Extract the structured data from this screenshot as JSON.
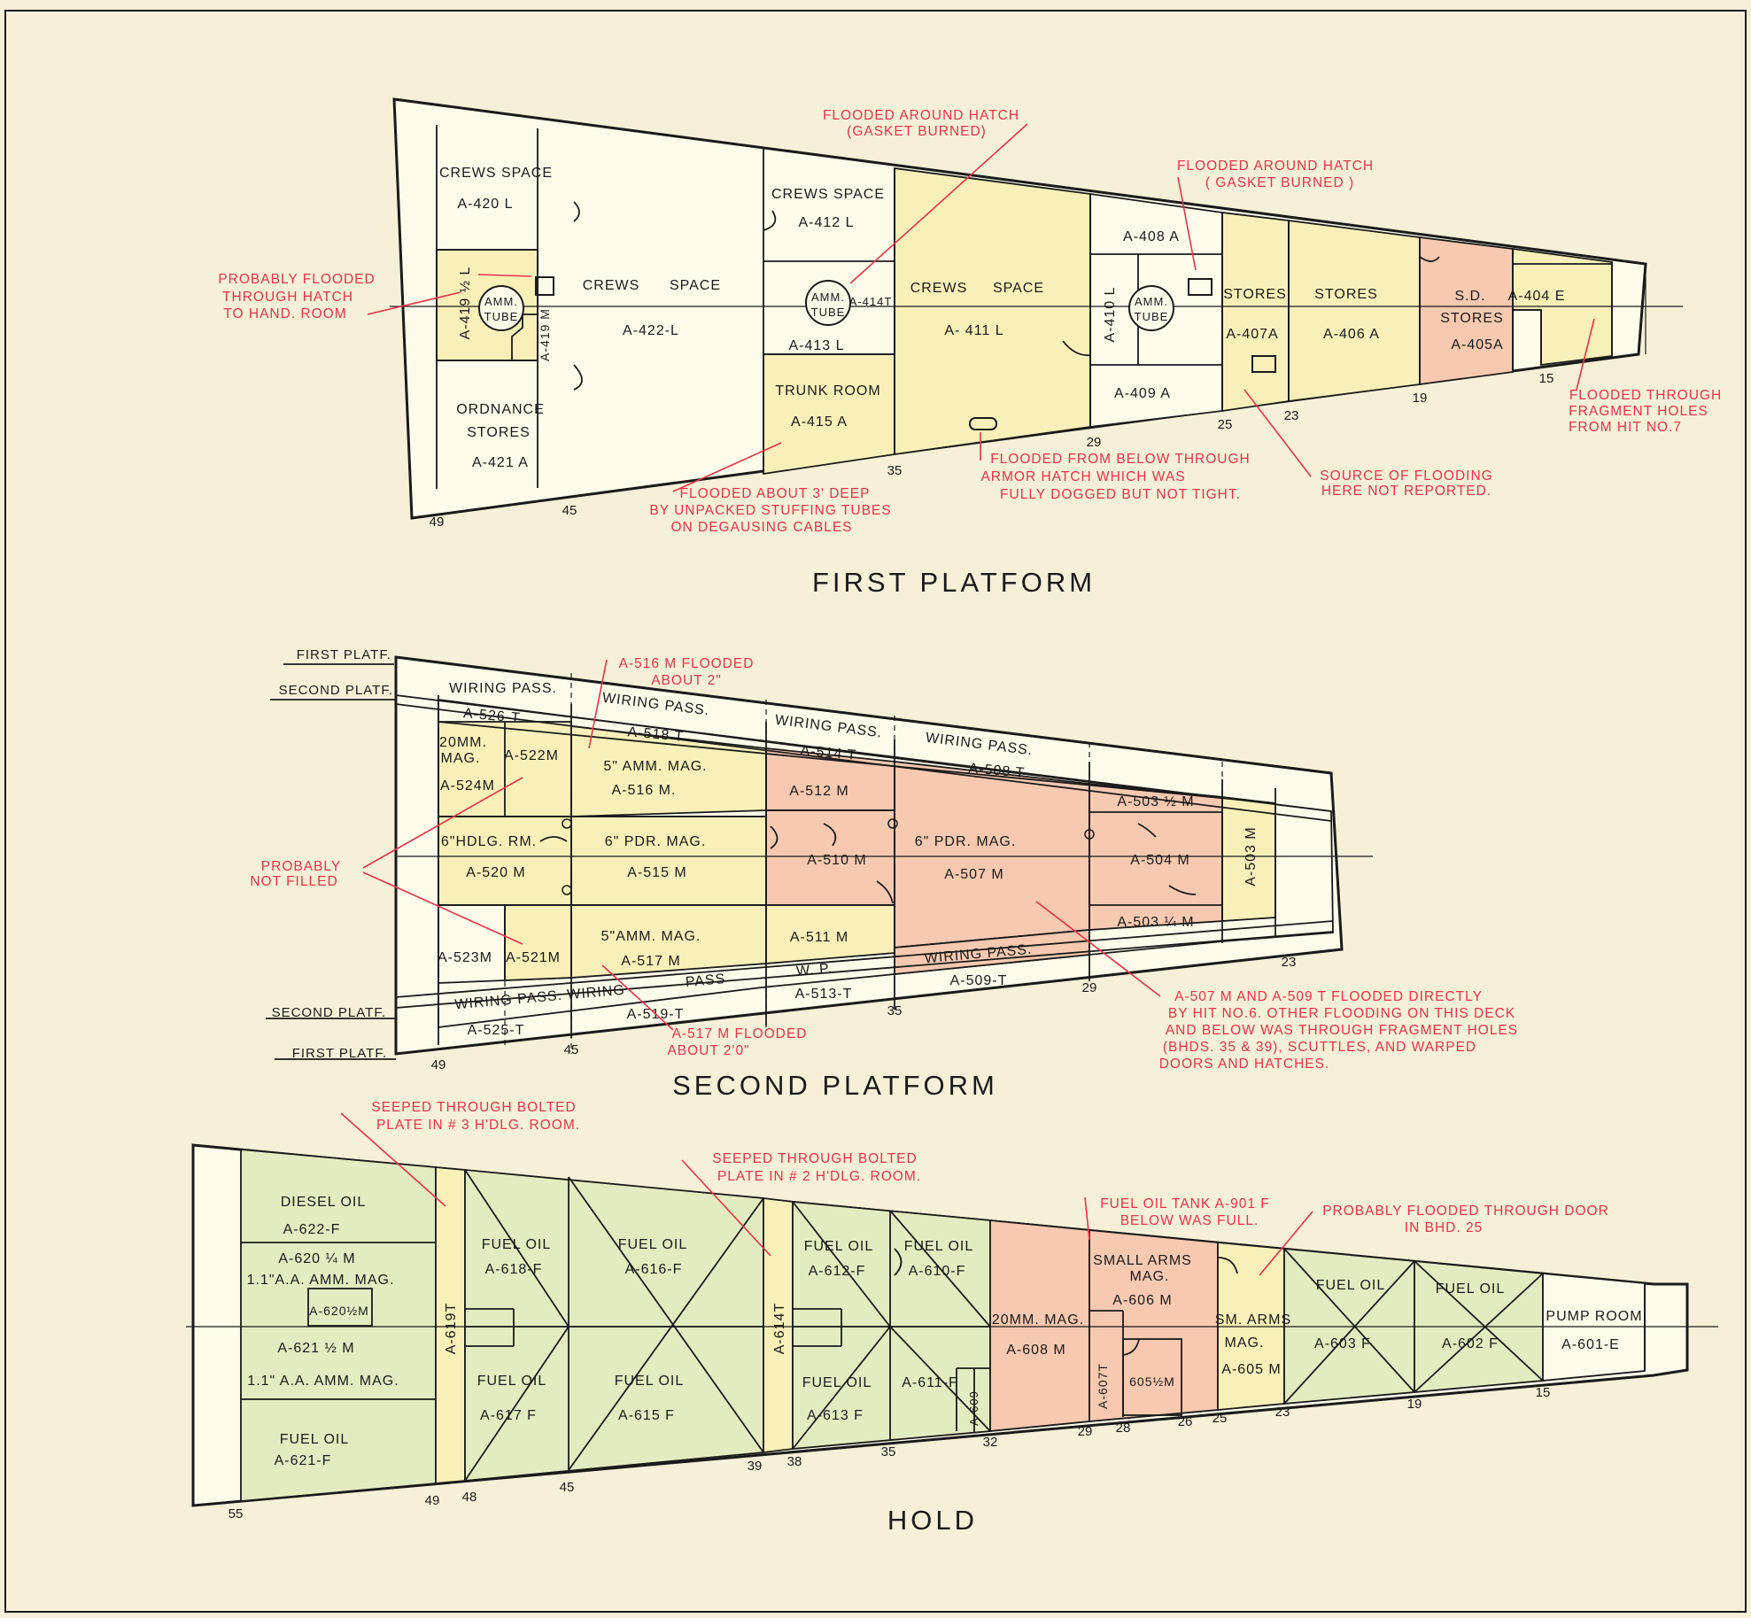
{
  "colors": {
    "paper": "#f6f0d8",
    "white": "#fdfbea",
    "yellow": "#f8f0b8",
    "red": "#f7c9b0",
    "green": "#e3ecc0",
    "ink": "#1a1a1a",
    "note": "#e8324a"
  },
  "first": {
    "title": "FIRST PLATFORM",
    "rooms": {
      "r420": [
        "CREWS SPACE",
        "A-420 L"
      ],
      "r419": "A-419 ½ L",
      "r419m": "A-419 M",
      "r421": [
        "ORDNANCE",
        "STORES",
        "A-421 A"
      ],
      "r422": [
        "CREWS",
        "SPACE",
        "A-422-L"
      ],
      "r412": [
        "CREWS SPACE",
        "A-412 L"
      ],
      "r413": "A-413 L",
      "r414": "A-414T",
      "r415": [
        "TRUNK ROOM",
        "A-415 A"
      ],
      "r411": [
        "CREWS",
        "SPACE",
        "A- 411 L"
      ],
      "r408": "A-408 A",
      "r410": "A-410 L",
      "r409": "A-409 A",
      "r407": [
        "STORES",
        "A-407A"
      ],
      "r406": [
        "STORES",
        "A-406 A"
      ],
      "r405": [
        "S.D.",
        "STORES",
        "A-405A"
      ],
      "r404": "A-404 E"
    },
    "tube": [
      "AMM.",
      "TUBE"
    ],
    "frames": [
      "49",
      "45",
      "35",
      "29",
      "25",
      "23",
      "19",
      "15"
    ],
    "notes": {
      "n1": [
        "FLOODED AROUND HATCH",
        "(GASKET BURNED)"
      ],
      "n2": [
        "FLOODED AROUND HATCH",
        "( GASKET  BURNED )"
      ],
      "n3": [
        "PROBABLY FLOODED",
        "THROUGH HATCH",
        "TO HAND. ROOM"
      ],
      "n4": [
        "FLOODED ABOUT 3' DEEP",
        "BY UNPACKED STUFFING TUBES",
        "ON DEGAUSING CABLES"
      ],
      "n5": [
        "FLOODED FROM BELOW THROUGH",
        "ARMOR HATCH WHICH WAS",
        "FULLY DOGGED BUT NOT TIGHT."
      ],
      "n6": [
        "SOURCE OF FLOODING",
        "HERE NOT REPORTED."
      ],
      "n7": [
        "FLOODED THROUGH",
        "FRAGMENT HOLES",
        "FROM HIT NO.7"
      ]
    }
  },
  "second": {
    "title": "SECOND PLATFORM",
    "side": {
      "first_top": "FIRST PLATF.",
      "second_top": "SECOND PLATF.",
      "second_bot": "SECOND PLATF.",
      "first_bot": "FIRST PLATF."
    },
    "rooms": {
      "wp1": "WIRING  PASS.",
      "wp2": "WIRING    PASS.",
      "wp3": "WIRING  PASS.",
      "wp4": "WIRING     PASS.",
      "r526": "A-526-T",
      "r518": "A-518 T",
      "r514": "A-514 T",
      "r508": "A-508 T",
      "r524": [
        "20MM.",
        "MAG.",
        "A-524M"
      ],
      "r522": "A-522M",
      "r516": [
        "5\" AMM.  MAG.",
        "A-516 M."
      ],
      "r512": "A-512  M",
      "r503h": "A-503 ½ M",
      "r503": "A-503 M",
      "r520": [
        "6\"HDLG. RM.",
        "A-520 M"
      ],
      "r515": [
        "6\" PDR. MAG.",
        "A-515 M"
      ],
      "r510": "A-510 M",
      "r507": [
        "6\" PDR. MAG.",
        "A-507 M"
      ],
      "r504": "A-504 M",
      "r523": "A-523M",
      "r521": "A-521M",
      "r517": [
        "5\"AMM.  MAG.",
        "A-517 M"
      ],
      "r511": "A-511  M",
      "r503q": "A-503 ¼ M",
      "wpb1": "WIRING PASS. WIRING",
      "wpb2": "PASS",
      "wpb3": "W. P.",
      "wpb4": "WIRING     PASS.",
      "r525": "A-525-T",
      "r519": "A-519-T",
      "r513": "A-513-T",
      "r509": "A-509-T"
    },
    "frames": [
      "49",
      "45",
      "35",
      "29",
      "23"
    ],
    "notes": {
      "n1": [
        "A-516 M FLOODED",
        "ABOUT 2\""
      ],
      "n2": [
        "PROBABLY",
        "NOT FILLED"
      ],
      "n3": [
        "A-517 M  FLOODED",
        "ABOUT 2'0\""
      ],
      "n4": [
        "A-507 M AND A-509 T FLOODED DIRECTLY",
        "BY HIT NO.6. OTHER FLOODING ON THIS DECK",
        "AND BELOW WAS THROUGH FRAGMENT HOLES",
        "(BHDS. 35 & 39), SCUTTLES, AND WARPED",
        "DOORS AND HATCHES."
      ]
    }
  },
  "hold": {
    "title": "HOLD",
    "rooms": {
      "r622": [
        "DIESEL OIL",
        "A-622-F"
      ],
      "r620q": [
        "A-620 ¼ M",
        "1.1\"A.A. AMM. MAG."
      ],
      "r620h": "A-620½M",
      "r621h": [
        "A-621 ½ M",
        "1.1\" A.A. AMM. MAG."
      ],
      "r621": [
        "FUEL OIL",
        "A-621-F"
      ],
      "r619": "A-619T",
      "r618": [
        "FUEL OIL",
        "A-618-F"
      ],
      "r616": [
        "FUEL  OIL",
        "A-616-F"
      ],
      "r617": [
        "FUEL OIL",
        "A-617 F"
      ],
      "r615": [
        "FUEL  OIL",
        "A-615 F"
      ],
      "r614": "A-614T",
      "r612": [
        "FUEL OIL",
        "A-612-F"
      ],
      "r610": [
        "FUEL OIL",
        "A-610-F"
      ],
      "r613": [
        "FUEL OIL",
        "A-613 F"
      ],
      "r611": "A-611-F",
      "r609": "A-609",
      "r608": [
        "20MM. MAG.",
        "A-608 M"
      ],
      "r606": [
        "SMALL ARMS",
        "MAG.",
        "A-606 M"
      ],
      "r607": "A-607T",
      "r605h": "605½M",
      "r605": [
        "SM. ARMS",
        "MAG.",
        "A-605 M"
      ],
      "r603": [
        "FUEL  OIL",
        "A-603 F"
      ],
      "r602": [
        "FUEL  OIL",
        "A-602 F"
      ],
      "r601": [
        "PUMP ROOM",
        "A-601-E"
      ]
    },
    "frames": [
      "55",
      "49",
      "48",
      "45",
      "39",
      "38",
      "35",
      "32",
      "29",
      "28",
      "26",
      "25",
      "23",
      "19",
      "15"
    ],
    "notes": {
      "n1": [
        "SEEPED  THROUGH  BOLTED",
        "PLATE  IN # 3  H'DLG. ROOM."
      ],
      "n2": [
        "SEEPED  THROUGH  BOLTED",
        "PLATE  IN # 2  H'DLG. ROOM."
      ],
      "n3": [
        "FUEL OIL TANK A-901 F",
        "BELOW WAS FULL."
      ],
      "n4": [
        "PROBABLY  FLOODED  THROUGH  DOOR",
        "IN  BHD. 25"
      ]
    }
  }
}
